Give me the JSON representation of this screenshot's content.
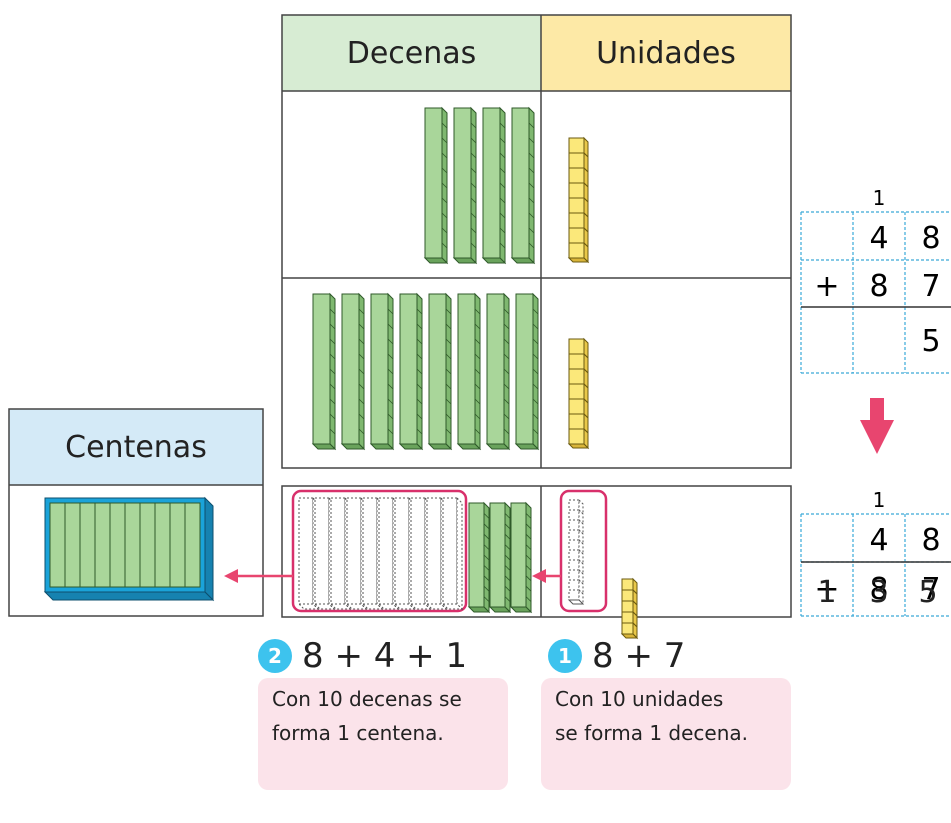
{
  "table": {
    "header_decenas": "Decenas",
    "header_unidades": "Unidades",
    "header_centenas": "Centenas"
  },
  "colors": {
    "decenas_header": "#d7ecd3",
    "unidades_header": "#fde9a6",
    "centenas_header": "#d4eaf7",
    "rod_green": "#a9d69a",
    "cube_yellow": "#fbe87a",
    "hundred_blue": "#1aa3d9",
    "arrow_pink": "#e8456f",
    "highlight_pink": "#d8306b",
    "cell_dashed": "#3aa9d8"
  },
  "blocks": {
    "row1": {
      "tens": 4,
      "units": 8
    },
    "row2": {
      "tens": 8,
      "units": 7
    },
    "row3": {
      "tens_grouped": 10,
      "tens_remaining": 3,
      "units_grouped": 10,
      "units_remaining": 5,
      "hundreds": 1
    }
  },
  "addition_top": {
    "carry": "1",
    "row1": [
      "",
      "4",
      "8"
    ],
    "row2": [
      "+",
      "8",
      "7"
    ],
    "row3": [
      "",
      "",
      "5"
    ]
  },
  "addition_bottom": {
    "carry": "1",
    "row1": [
      "",
      "4",
      "8"
    ],
    "row2": [
      "+",
      "8",
      "7"
    ],
    "row3": [
      "1",
      "3",
      "5"
    ]
  },
  "steps": {
    "step2": {
      "badge": "2",
      "expr": "8 + 4 + 1",
      "note_line1": "Con 10 decenas se",
      "note_line2": "forma 1 centena."
    },
    "step1": {
      "badge": "1",
      "expr": "8 + 7",
      "note_line1": "Con 10 unidades",
      "note_line2": "se forma 1 decena."
    }
  }
}
